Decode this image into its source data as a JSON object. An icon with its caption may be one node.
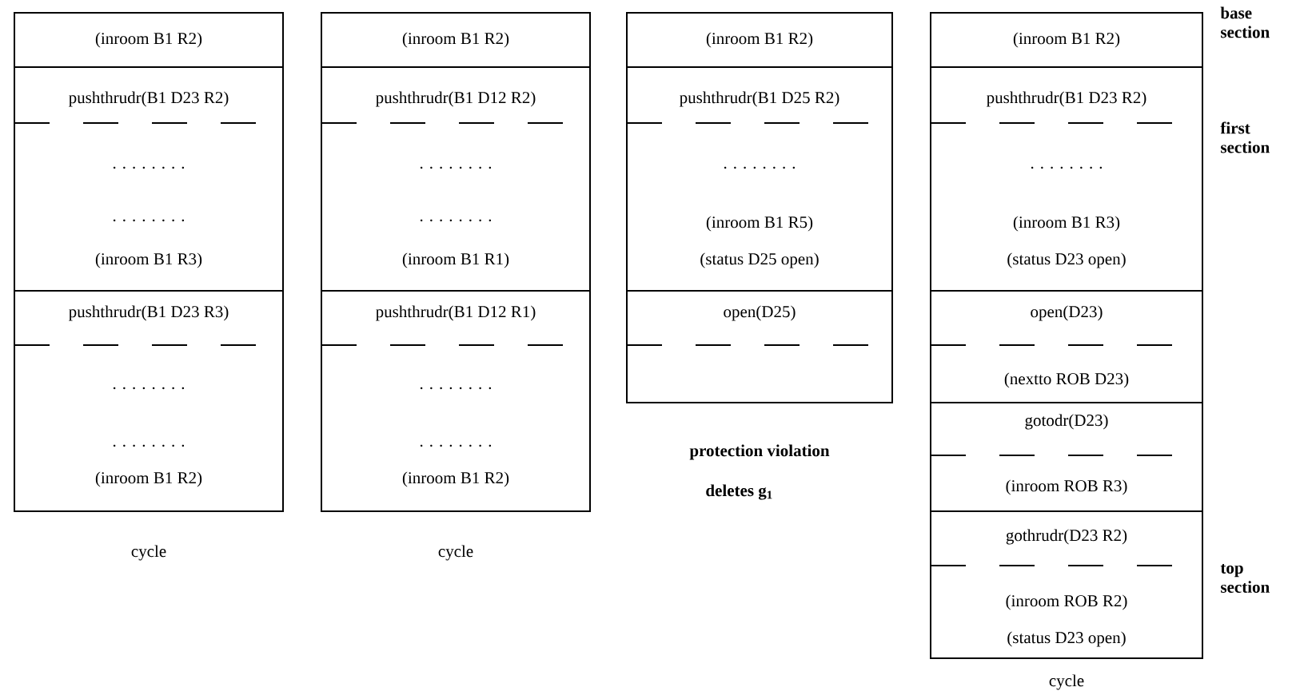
{
  "diagram": {
    "nodes": [
      {
        "text": [
          "(inroom B1 R2)"
        ]
      },
      {
        "text": [
          "pushthrudr(B1 D23 R2)",
          ". . . . . . . .",
          ". . . . . . . .",
          "(inroom B1 R3)"
        ]
      },
      {
        "text": [
          "pushthrudr(B1 D23 R3)",
          ". . . . . . . .",
          ". . . . . . . .",
          "(inroom B1 R2)"
        ]
      },
      {
        "text": [
          "(inroom B1 R2)"
        ]
      },
      {
        "text": [
          "pushthrudr(B1 D12 R2)",
          ". . . . . . . .",
          ". . . . . . . .",
          "(inroom B1 R1)"
        ]
      },
      {
        "text": [
          "pushthrudr(B1 D12 R1)",
          ". . . . . . . .",
          ". . . . . . . .",
          "(inroom B1 R2)"
        ]
      },
      {
        "text": [
          "(inroom B1 R2)"
        ]
      },
      {
        "text": [
          "pushthrudr(B1 D25 R2)",
          ". . . . . . . .",
          "(inroom B1 R5)",
          "(status D25 open)"
        ]
      },
      {
        "text": [
          "open(D25)"
        ]
      },
      {
        "text": [
          "(inroom B1 R2)"
        ]
      },
      {
        "text": [
          "pushthrudr(B1 D23 R2)",
          ". . . . . . . .",
          "(inroom B1 R3)",
          "(status D23 open)"
        ]
      },
      {
        "text": [
          "open(D23)",
          "(nextto ROB D23)"
        ]
      },
      {
        "text": [
          "gotodr(D23)",
          "(inroom ROB R3)"
        ]
      },
      {
        "text": [
          "gothrudr(D23 R2)",
          "(inroom ROB R2)",
          "(status D23 open)"
        ]
      }
    ],
    "labels": [
      "base section",
      "first section",
      "cycle",
      "cycle",
      "protection violation",
      "deletes g$_{1}$",
      "top section",
      "cycle"
    ]
  }
}
